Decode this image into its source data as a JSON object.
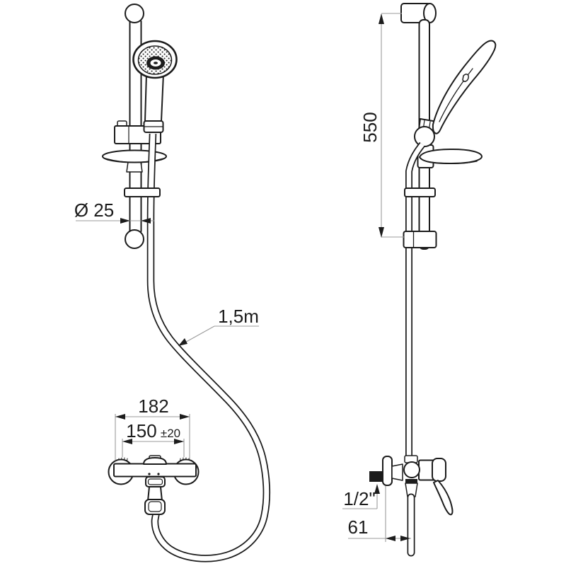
{
  "drawing": {
    "type": "technical-line-drawing",
    "subject": "Shower set: hand shower on slide bar with soap dish and wall-mounted single-lever shower mixer, front view and side view"
  },
  "dimensions": {
    "bar_diameter": "Ø 25",
    "hose_length": "1,5m",
    "mixer_overall_width": "182",
    "mixer_center_distance": "150",
    "mixer_center_tolerance": "±20",
    "slide_bar_fixing_height": "550",
    "inlet_connection": "1/2\"",
    "outlet_wall_offset": "61"
  },
  "colors": {
    "line": "#1c1c1c",
    "dimension_line": "#9b9b9b",
    "background": "#ffffff"
  }
}
